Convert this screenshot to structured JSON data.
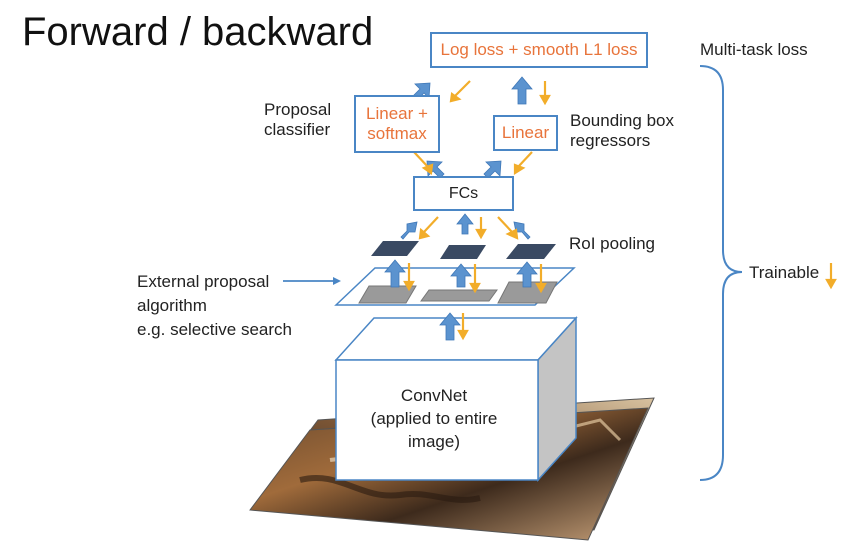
{
  "title": "Forward / backward",
  "labels": {
    "multitask_loss": "Multi-task loss",
    "trainable": "Trainable",
    "proposal_classifier": [
      "Proposal",
      "classifier"
    ],
    "bbox_regressors": [
      "Bounding box",
      "regressors"
    ],
    "roi_pooling": "RoI pooling",
    "external_proposal": [
      "External proposal",
      "algorithm",
      "e.g. selective search"
    ]
  },
  "boxes": {
    "loss": "Log loss + smooth L1 loss",
    "linear_softmax": [
      "Linear +",
      "softmax"
    ],
    "linear": "Linear",
    "fcs": "FCs"
  },
  "convnet": [
    "ConvNet",
    "(applied to entire",
    "image)"
  ],
  "colors": {
    "box_border": "#4a86c5",
    "arrow_blue": "#5b93cf",
    "arrow_orange": "#f2ad2a",
    "box_text_orange": "#e8743b",
    "roi_dark": "#3a4a63",
    "proposal_gray": "#9a9a9a"
  }
}
